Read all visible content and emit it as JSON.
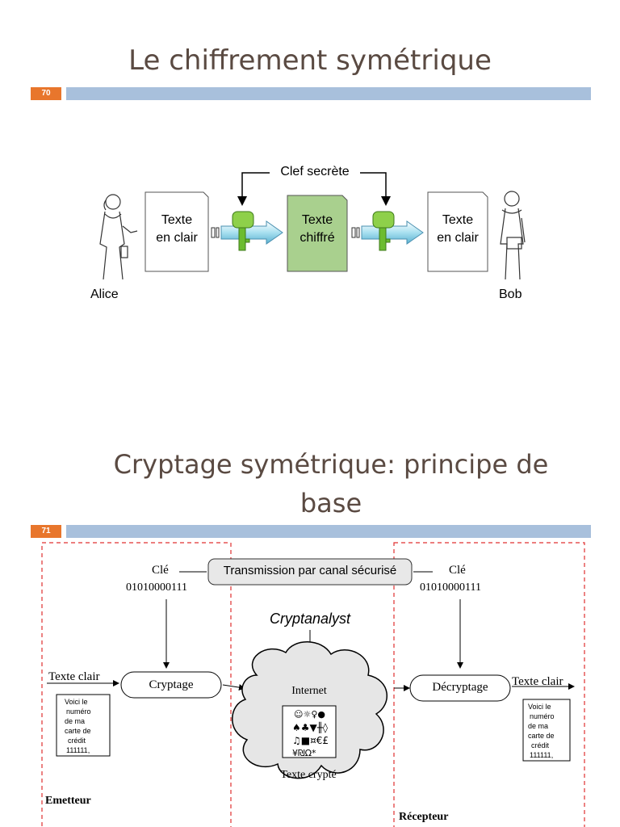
{
  "slide1": {
    "title": "Le chiffrement symétrique",
    "number": "70",
    "key_label": "Clef secrète",
    "plain_left_l1": "Texte",
    "plain_left_l2": "en clair",
    "cipher_l1": "Texte",
    "cipher_l2": "chiffré",
    "plain_right_l1": "Texte",
    "plain_right_l2": "en clair",
    "alice": "Alice",
    "bob": "Bob"
  },
  "slide2": {
    "title_l1": "Cryptage symétrique: principe de",
    "title_l2": "base",
    "number": "71",
    "channel": "Transmission par canal sécurisé",
    "cle_left": "Clé",
    "key_left": "01010000111",
    "cle_right": "Clé",
    "key_right": "01010000111",
    "cryptanalyst": "Cryptanalyst",
    "texte_clair_left": "Texte clair",
    "cryptage": "Cryptage",
    "internet": "Internet",
    "texte_crypte": "Texte crypté",
    "decryptage": "Décryptage",
    "texte_clair_right": "Texte clair",
    "doc_left": [
      "Voici le",
      "numéro",
      "de ma",
      "carte de",
      "crédit",
      "111111,"
    ],
    "doc_right": [
      "Voici le",
      "numéro",
      "de ma",
      "carte de",
      "crédit",
      "111111,"
    ],
    "cipher_glyphs": [
      "☺☼♀●",
      "♠♣▼╫◊",
      "♫■¤€£",
      "¥₪Ω*"
    ],
    "emetteur": "Emetteur",
    "recepteur": "Récepteur"
  },
  "colors": {
    "accent": "#e8762c",
    "bar": "#a8c0dc",
    "title": "#5a4a42",
    "cipher_box": "#a9d08e",
    "dashed": "#e03030"
  }
}
